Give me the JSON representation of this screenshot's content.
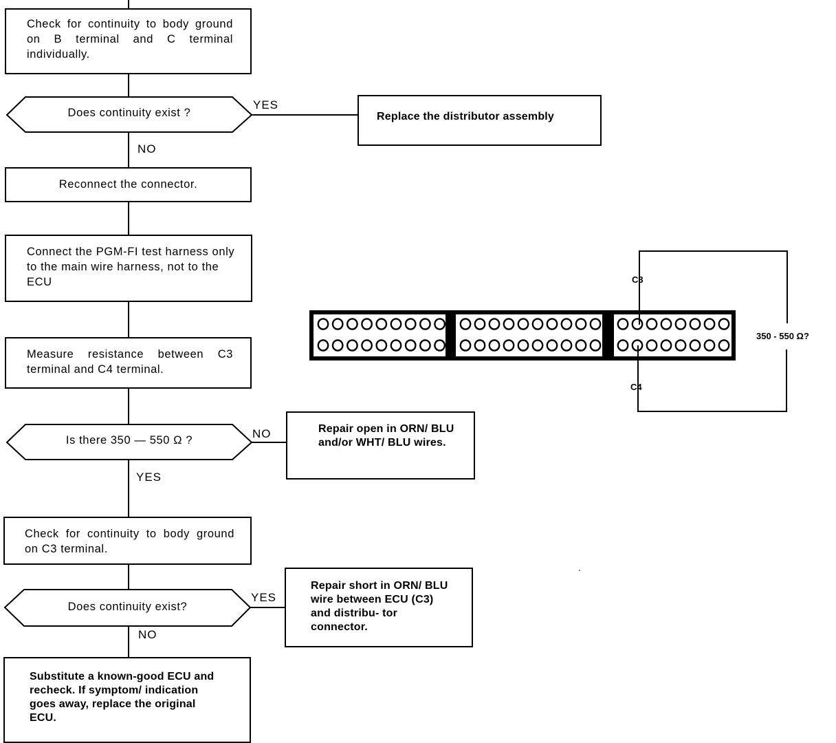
{
  "flow": {
    "step_check_b_c": "Check for continuity to body ground on B terminal and C terminal individually.",
    "decision_continuity_1": "Does continuity exist ?",
    "label_yes_1": "YES",
    "result_replace_distributor": "Replace the distributor assembly",
    "label_no_1": "NO",
    "step_reconnect": "Reconnect the connector.",
    "step_connect_harness": "Connect the PGM-FI test harness only to the main wire harness, not to the ECU",
    "step_measure": "Measure resistance between C3 terminal and C4 terminal.",
    "decision_resistance": "Is there 350 — 550 Ω ?",
    "label_no_2": "NO",
    "result_repair_open": "Repair open in ORN/ BLU and/or WHT/ BLU wires.",
    "label_yes_2": "YES",
    "step_check_c3": "Check for continuity to body ground on C3 terminal.",
    "decision_continuity_2": "Does continuity exist?",
    "label_yes_3": "YES",
    "result_repair_short": "Repair short in ORN/ BLU wire between ECU (C3) and distribu- tor connector.",
    "label_no_3": "NO",
    "step_substitute": "Substitute a known-good ECU and recheck. If symptom/ indication goes away, replace the original ECU."
  },
  "connector": {
    "terminal_top": "C3",
    "terminal_bottom": "C4",
    "resistance_label": "350 - 550 Ω?",
    "sections": [
      9,
      10,
      8
    ]
  }
}
